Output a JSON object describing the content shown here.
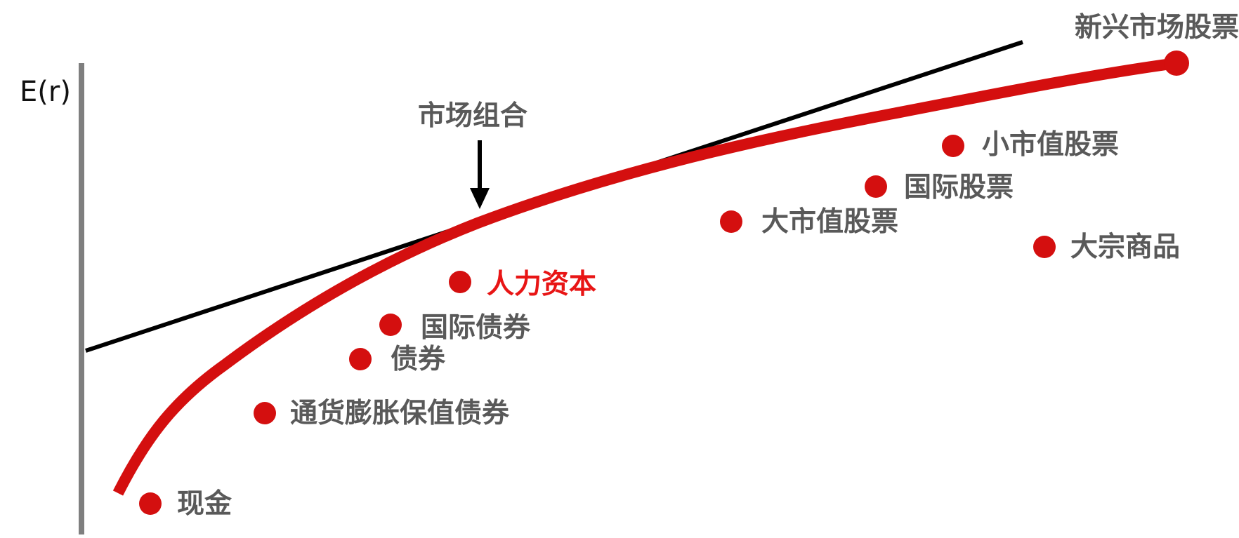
{
  "y_axis_label": "E(r)",
  "market_portfolio_label": "市场组合",
  "colors": {
    "frontier": "#d40f0f",
    "capital_line": "#000000",
    "label_gray": "#595959",
    "highlight": "#e81515",
    "axis": "#7f7f7f"
  },
  "assets": [
    {
      "id": "cash",
      "label": "现金",
      "highlight": false
    },
    {
      "id": "tips",
      "label": "通货膨胀保值债券",
      "highlight": false
    },
    {
      "id": "bonds",
      "label": "债券",
      "highlight": false
    },
    {
      "id": "intl-bonds",
      "label": "国际债券",
      "highlight": false
    },
    {
      "id": "human-capital",
      "label": "人力资本",
      "highlight": true
    },
    {
      "id": "large-cap",
      "label": "大市值股票",
      "highlight": false
    },
    {
      "id": "intl-stocks",
      "label": "国际股票",
      "highlight": false
    },
    {
      "id": "small-cap",
      "label": "小市值股票",
      "highlight": false
    },
    {
      "id": "commodities",
      "label": "大宗商品",
      "highlight": false
    },
    {
      "id": "emerging",
      "label": "新兴市场股票",
      "highlight": false
    }
  ]
}
